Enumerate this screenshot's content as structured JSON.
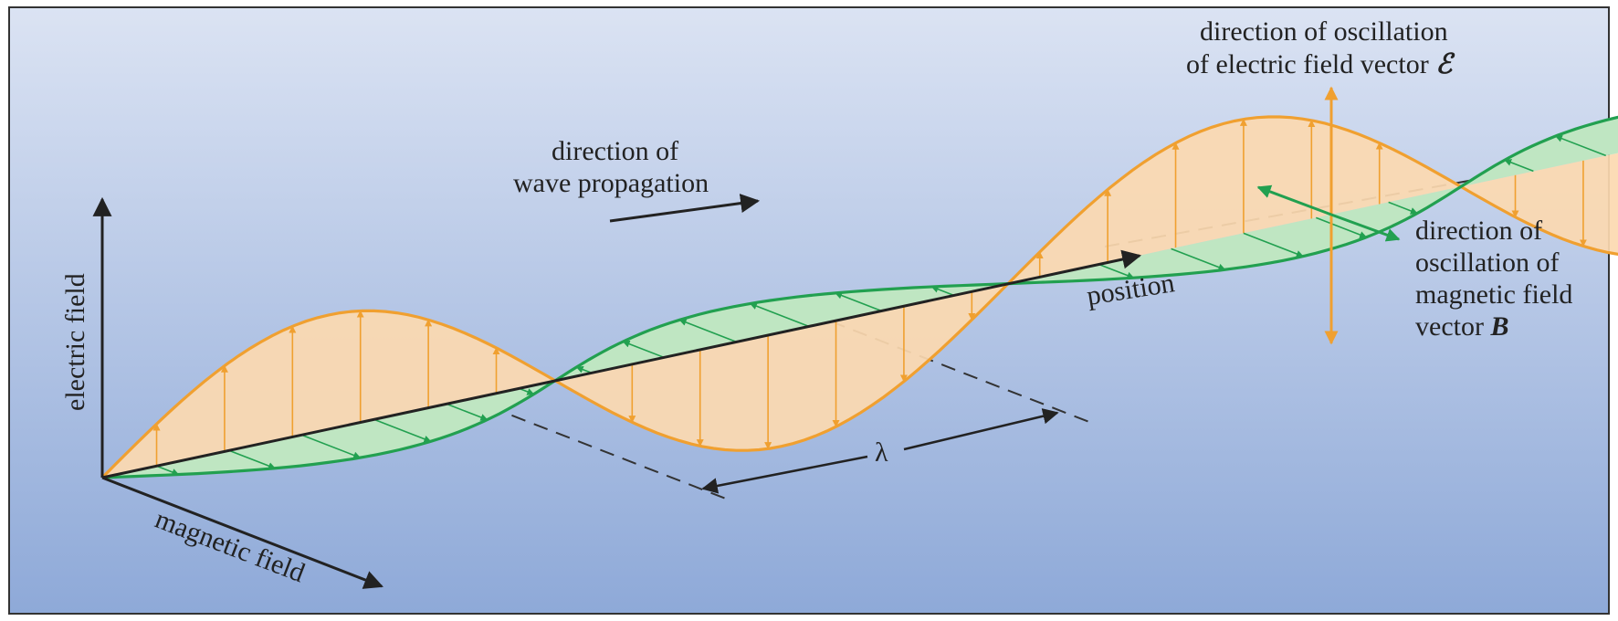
{
  "labels": {
    "electric_field": "electric field",
    "magnetic_field": "magnetic field",
    "position": "position",
    "propagation_line1": "direction of",
    "propagation_line2": "wave propagation",
    "wavelength": "λ",
    "electric_osc_line1": "direction of oscillation",
    "electric_osc_line2": "of electric field vector ",
    "electric_symbol": "ℰ",
    "magnetic_osc_line1": "direction of",
    "magnetic_osc_line2": "oscillation of",
    "magnetic_osc_line3": "magnetic field",
    "magnetic_osc_line4": "vector ",
    "magnetic_symbol": "B"
  },
  "colors": {
    "background_top": "#dbe3f3",
    "background_bottom": "#8ea9d8",
    "electric_wave": "#f0a030",
    "electric_fill": "#fcd9b0",
    "magnetic_wave": "#22a050",
    "magnetic_fill": "#bfe6c2",
    "axis": "#222222"
  }
}
